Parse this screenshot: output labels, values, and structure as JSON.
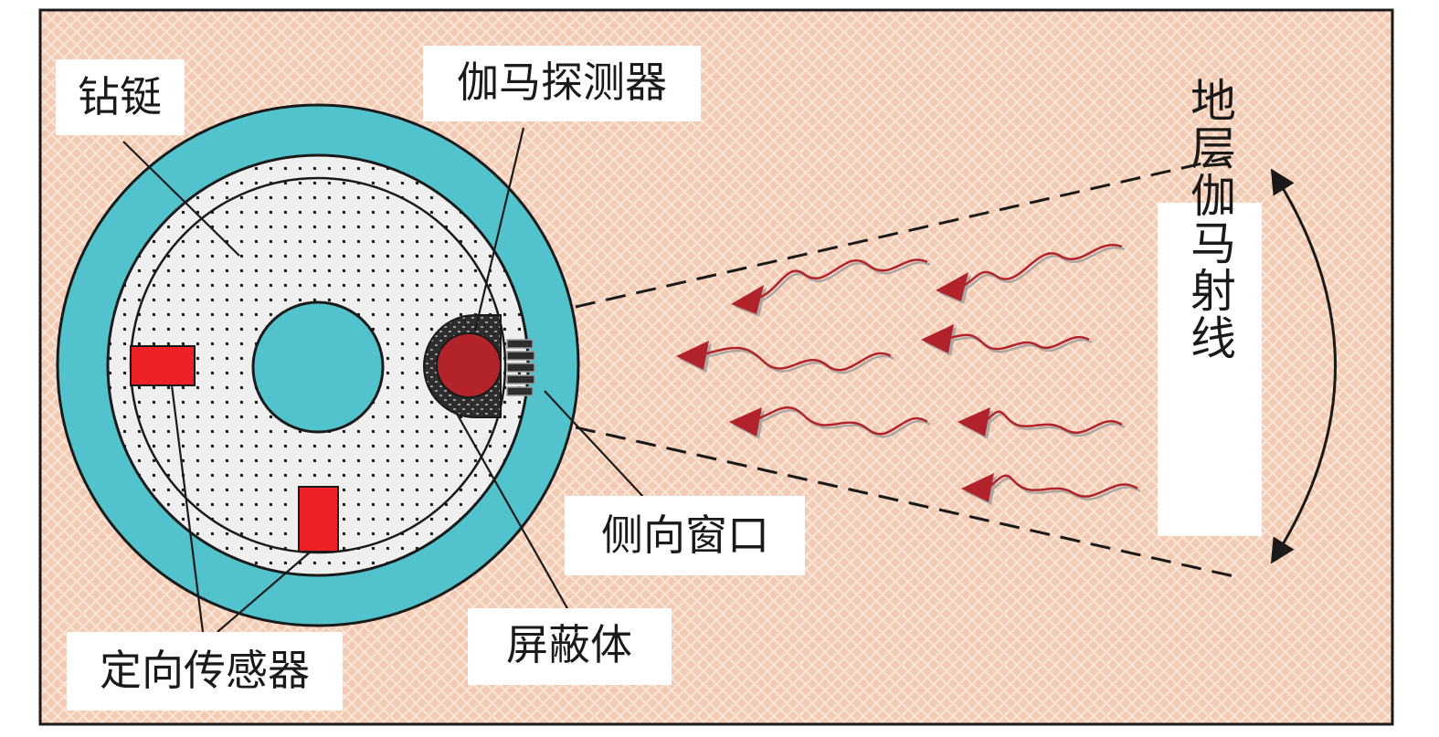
{
  "labels": {
    "drill_collar": "钻铤",
    "gamma_detector": "伽马探测器",
    "side_window": "侧向窗口",
    "shield": "屏蔽体",
    "orientation_sensor": "定向传感器",
    "formation_gamma_rays": "地层伽马射线"
  },
  "colors": {
    "formation_background": "#f3cbb2",
    "formation_pattern": "#fbe6d9",
    "collar_ring": "#52c3cc",
    "inner_body": "#efefef",
    "center_bore": "#52c3cc",
    "sensor": "#ec2227",
    "detector": "#b2242a",
    "shield": "#2d2d2d",
    "gamma_ray": "#b2242a",
    "outline": "#1a1a1a"
  },
  "icons": {
    "gamma_ray": "wavy-arrow-icon",
    "angle_arc": "double-headed-arc-arrow-icon"
  }
}
